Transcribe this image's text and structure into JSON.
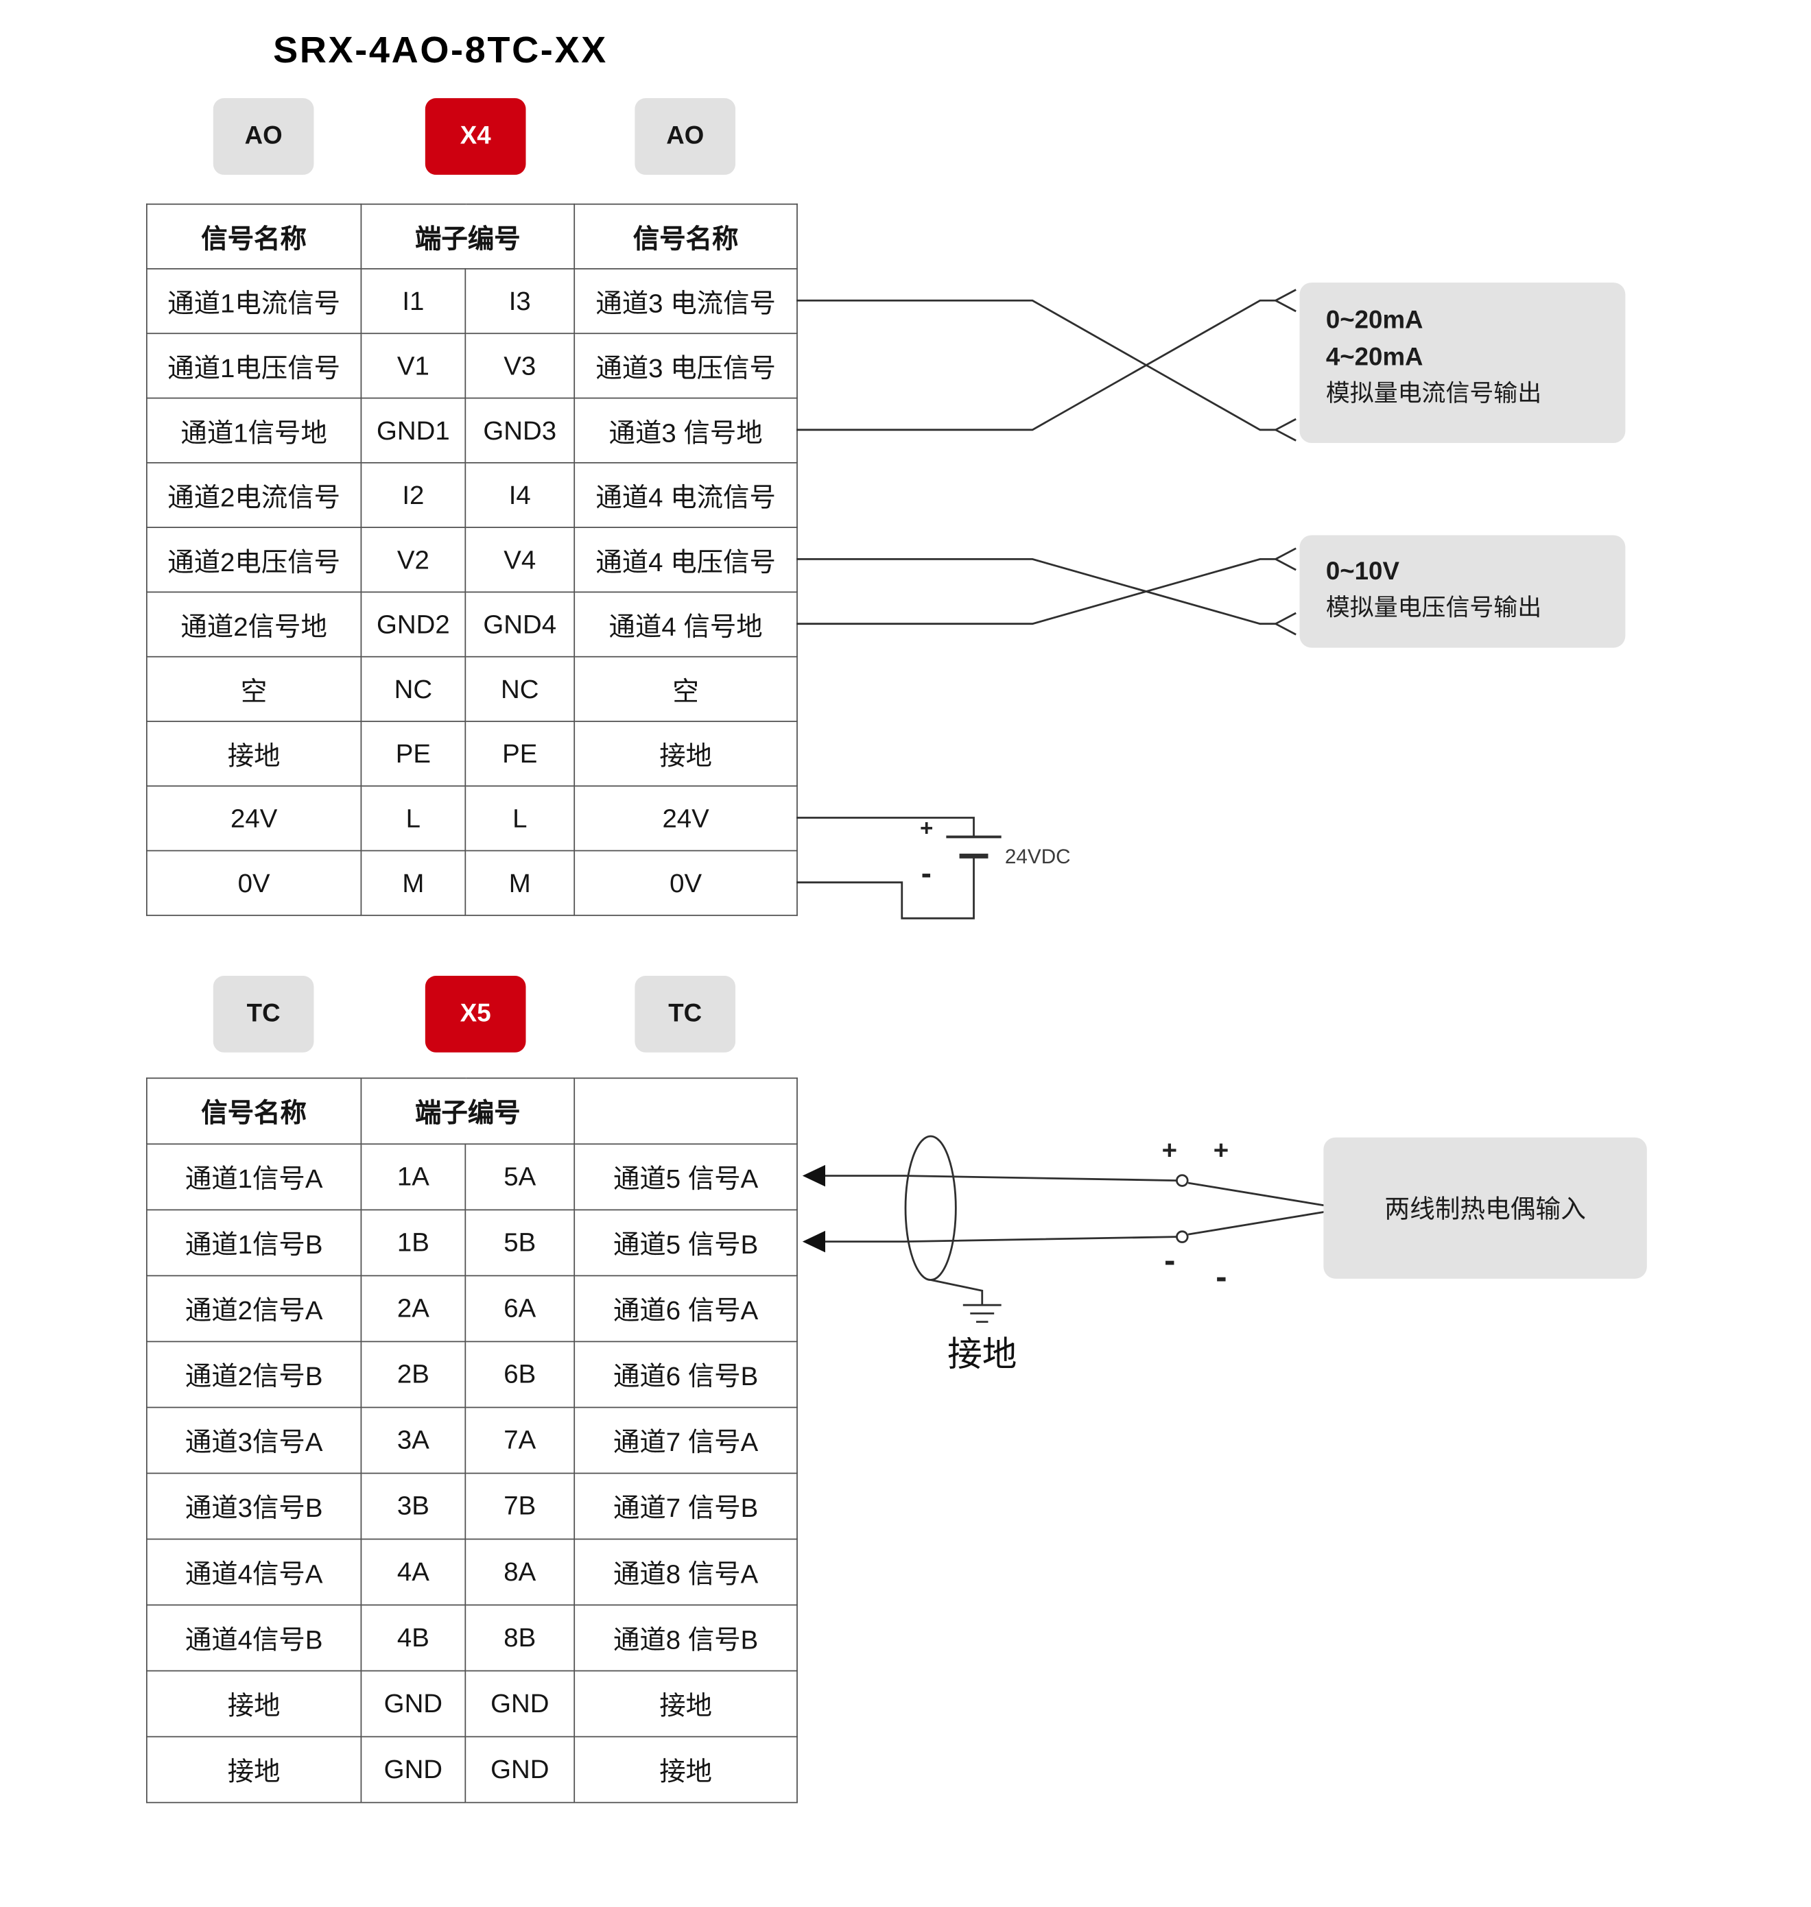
{
  "title": "SRX-4AO-8TC-XX",
  "colors": {
    "badge_red": "#ce0010",
    "badge_gray": "#e1e1e1",
    "note_gray": "#e3e3e3",
    "wire": "#2f2f2f"
  },
  "ao_section": {
    "badge_left": "AO",
    "badge_connector": "X4",
    "badge_right": "AO",
    "table": {
      "header": [
        "信号名称",
        "端子编号",
        "信号名称"
      ],
      "rows": [
        [
          "通道1电流信号",
          "I1",
          "I3",
          "通道3 电流信号"
        ],
        [
          "通道1电压信号",
          "V1",
          "V3",
          "通道3 电压信号"
        ],
        [
          "通道1信号地",
          "GND1",
          "GND3",
          "通道3 信号地"
        ],
        [
          "通道2电流信号",
          "I2",
          "I4",
          "通道4 电流信号"
        ],
        [
          "通道2电压信号",
          "V2",
          "V4",
          "通道4 电压信号"
        ],
        [
          "通道2信号地",
          "GND2",
          "GND4",
          "通道4 信号地"
        ],
        [
          "空",
          "NC",
          "NC",
          "空"
        ],
        [
          "接地",
          "PE",
          "PE",
          "接地"
        ],
        [
          "24V",
          "L",
          "L",
          "24V"
        ],
        [
          "0V",
          "M",
          "M",
          "0V"
        ]
      ]
    },
    "current_output_note": {
      "range1": "0~20mA",
      "range2": "4~20mA",
      "desc": "模拟量电流信号输出"
    },
    "voltage_output_note": {
      "range": "0~10V",
      "desc": "模拟量电压信号输出"
    },
    "power": {
      "plus": "+",
      "minus": "-",
      "label": "24VDC"
    }
  },
  "tc_section": {
    "badge_left": "TC",
    "badge_connector": "X5",
    "badge_right": "TC",
    "table": {
      "header": [
        "信号名称",
        "端子编号",
        ""
      ],
      "rows": [
        [
          "通道1信号A",
          "1A",
          "5A",
          "通道5 信号A"
        ],
        [
          "通道1信号B",
          "1B",
          "5B",
          "通道5 信号B"
        ],
        [
          "通道2信号A",
          "2A",
          "6A",
          "通道6 信号A"
        ],
        [
          "通道2信号B",
          "2B",
          "6B",
          "通道6 信号B"
        ],
        [
          "通道3信号A",
          "3A",
          "7A",
          "通道7 信号A"
        ],
        [
          "通道3信号B",
          "3B",
          "7B",
          "通道7 信号B"
        ],
        [
          "通道4信号A",
          "4A",
          "8A",
          "通道8 信号A"
        ],
        [
          "通道4信号B",
          "4B",
          "8B",
          "通道8 信号B"
        ],
        [
          "接地",
          "GND",
          "GND",
          "接地"
        ],
        [
          "接地",
          "GND",
          "GND",
          "接地"
        ]
      ]
    },
    "input_note": "两线制热电偶输入",
    "ground_label": "接地",
    "polarity": {
      "plus1": "+",
      "plus2": "+",
      "minus1": "-",
      "minus2": "-"
    }
  }
}
